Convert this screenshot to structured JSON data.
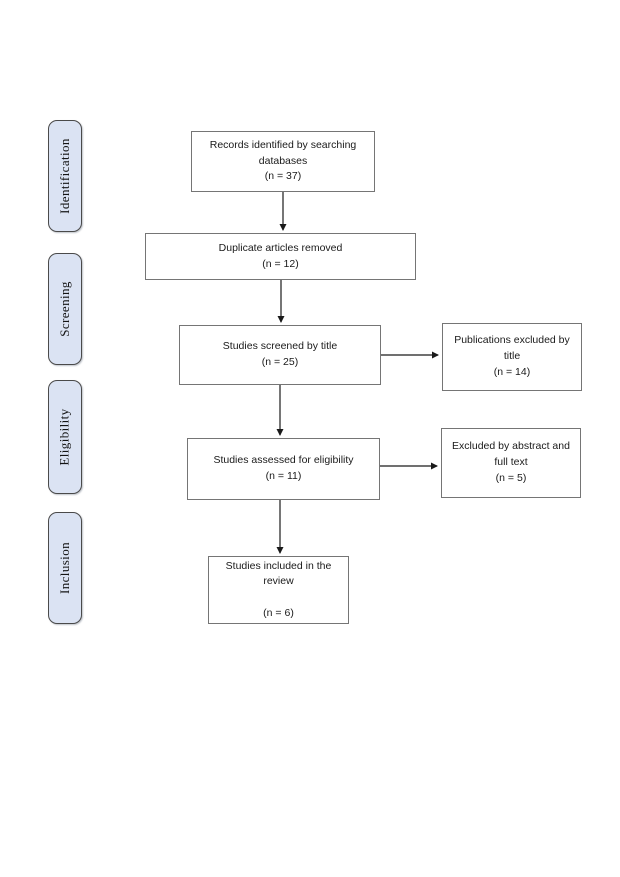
{
  "colors": {
    "page_bg": "#ffffff",
    "stage_fill": "#dbe3f3",
    "stage_border": "#4a4a4a",
    "box_fill": "#ffffff",
    "box_border": "#757575",
    "arrow_color": "#1a1a1a",
    "text_color": "#1f1f1f"
  },
  "stages": [
    {
      "label": "Identification"
    },
    {
      "label": "Screening"
    },
    {
      "label": "Eligibility"
    },
    {
      "label": "Inclusion"
    }
  ],
  "boxes": {
    "records_identified": {
      "text": "Records identified by searching\ndatabases\n(n = 37)"
    },
    "duplicates_removed": {
      "text": "Duplicate articles removed\n(n = 12)"
    },
    "screened_by_title": {
      "text": "Studies screened by title\n(n = 25)"
    },
    "excluded_by_title": {
      "text": "Publications excluded by\ntitle\n(n = 14)"
    },
    "assessed_for_eligibility": {
      "text": "Studies assessed for eligibility\n(n = 11)"
    },
    "excluded_by_abstract_fulltext": {
      "text": "Excluded by abstract and\nfull text\n(n = 5)"
    },
    "included_in_review": {
      "text": "Studies included in the\nreview\n\n(n = 6)"
    }
  }
}
